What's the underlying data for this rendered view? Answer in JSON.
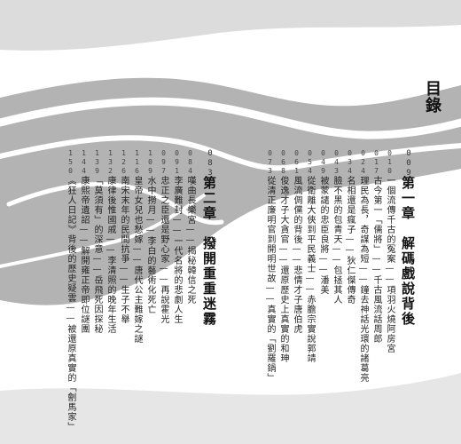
{
  "toc": {
    "title": "目錄",
    "chapters": [
      {
        "number": "009",
        "title": "第一章　解碼戲說背後",
        "entries": [
          {
            "page": "010",
            "title": "一個流傳千古的冤案——項羽火燒阿房宮"
          },
          {
            "page": "017",
            "title": "古今第一「儒將」——千古風流話周郎"
          },
          {
            "page": "024",
            "title": "理民為長，奇謀為短——鐘去神話光環的諸葛亮"
          },
          {
            "page": "034",
            "title": "名相還是瘋子——狄仁傑傳奇"
          },
          {
            "page": "043",
            "title": "臉不黑的包青天——包拯其人"
          },
          {
            "page": "049",
            "title": "被蒙譴的忠臣良將——潘美"
          },
          {
            "page": "054",
            "title": "從衛離大俠到平民義士——赤膽宗實說郭靖"
          },
          {
            "page": "061",
            "title": "風流倜儻的背後——悲情才子唐伯虎"
          },
          {
            "page": "068",
            "title": "俊逸才子大貪官——還原歷史上真實的和珅"
          },
          {
            "page": "073",
            "title": "從清正廉明官到開明世故——真實的「劉羅鍋」"
          }
        ]
      },
      {
        "number": "083",
        "title": "第二章　撥開重重迷霧",
        "entries": [
          {
            "page": "084",
            "title": "嘆曲長樂宮——揭秘韓信之死"
          },
          {
            "page": "091",
            "title": "李廣難封——一代名將的悲劇人生"
          },
          {
            "page": "097",
            "title": "忠正之臣還是野心家——再說霍光"
          },
          {
            "page": "109",
            "title": "水中撈月——李白的藝術化死亡"
          },
          {
            "page": "116",
            "title": "皇帝女兒也愁嫁——唐代公主難嫁之謎"
          },
          {
            "page": "126",
            "title": "南宋末年的民間抗爭——生子不舉"
          },
          {
            "page": "132",
            "title": "康律後惟國戚——李清照的晚年生活"
          },
          {
            "page": "139",
            "title": "「莫須有」的深意——岳飛死因探秘"
          },
          {
            "page": "144",
            "title": "康熙帝遺詔——解開雍正帝即位謎團"
          },
          {
            "page": "150",
            "title": "《狂人日記》背後的歷史疑雲——被還原真實的「劊馬家」"
          }
        ]
      }
    ]
  },
  "colors": {
    "band_gray": "#b3b3b3",
    "text": "#222222",
    "background": "#ffffff"
  }
}
